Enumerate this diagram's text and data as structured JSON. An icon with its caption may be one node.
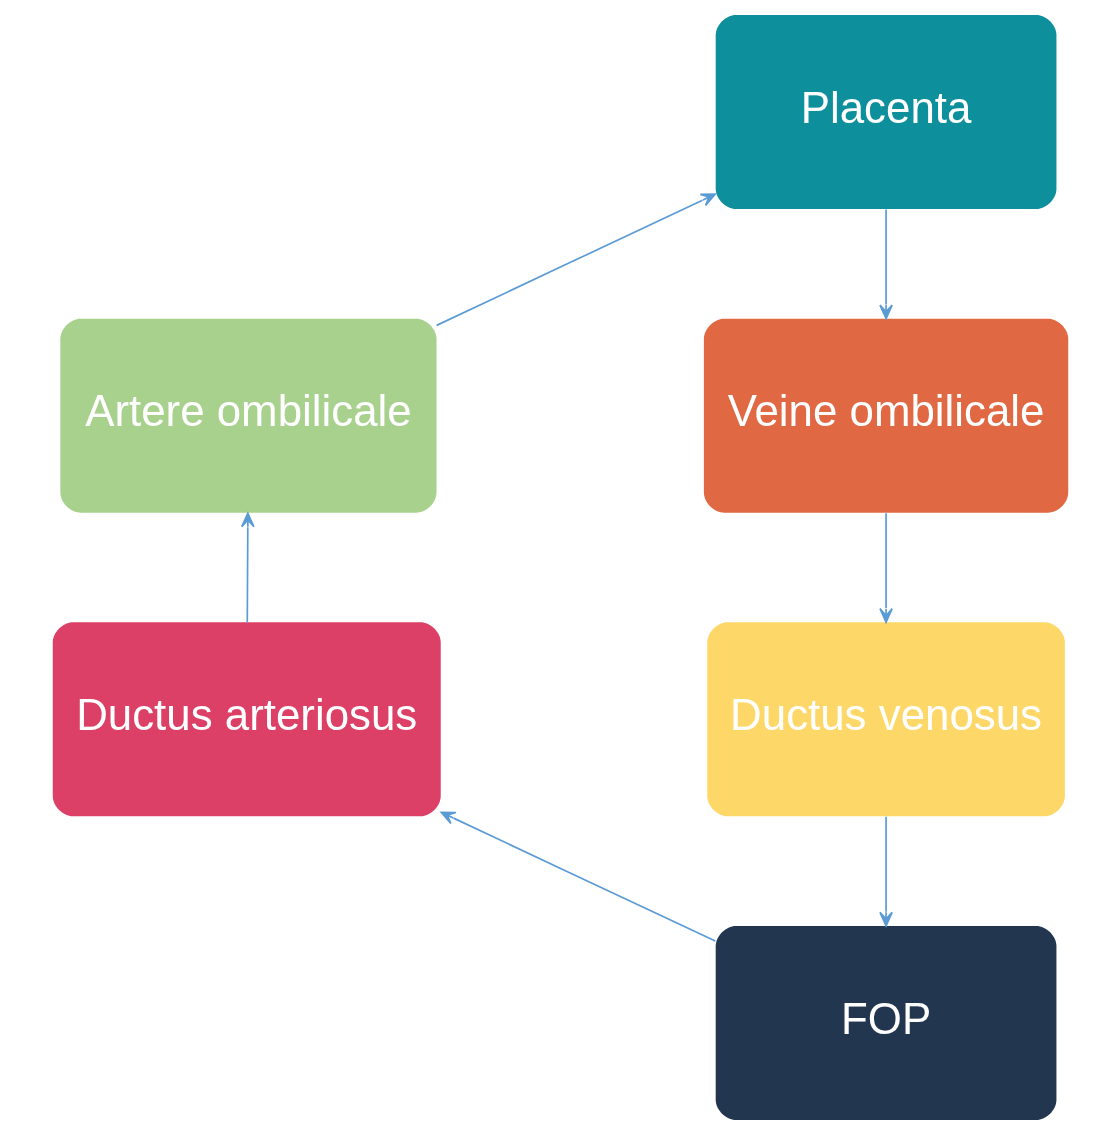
{
  "diagram": {
    "nodes": [
      {
        "text": [
          "Placenta"
        ]
      },
      {
        "text": [
          "Veine ombilicale"
        ]
      },
      {
        "text": [
          "Ductus venosus"
        ]
      },
      {
        "text": [
          "FOP"
        ]
      },
      {
        "text": [
          "Ductus arteriosus"
        ]
      },
      {
        "text": [
          "Artere ombilicale"
        ]
      }
    ],
    "edges": [
      {
        "from": 0,
        "to": 1,
        "arrow": "to"
      },
      {
        "from": 1,
        "to": 2,
        "arrow": "to"
      },
      {
        "from": 2,
        "to": 3,
        "arrow": "to"
      },
      {
        "from": 3,
        "to": 4,
        "arrow": "to"
      },
      {
        "from": 4,
        "to": 5,
        "arrow": "to"
      },
      {
        "from": 5,
        "to": 0,
        "arrow": "to"
      }
    ]
  }
}
